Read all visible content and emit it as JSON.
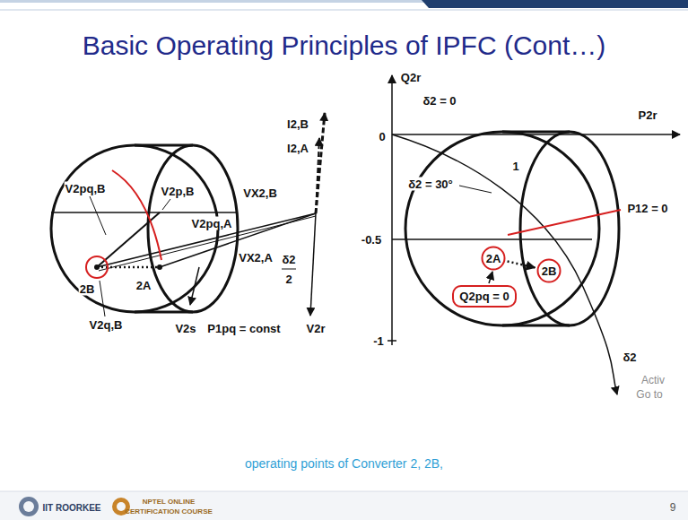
{
  "diagram": {
    "title": "Basic Operating Principles of IPFC (Cont…)",
    "caption": "operating points of Converter 2, 2B,",
    "nodes": [
      {
        "text": [
          "2A"
        ]
      },
      {
        "text": [
          "2B"
        ]
      },
      {
        "text": [
          "Q2pq = 0"
        ]
      }
    ],
    "edges": [
      {
        "from": 0,
        "to": 1,
        "arrow": "to"
      }
    ],
    "labels": [
      "I2,B",
      "I2,A",
      "V2pq,B",
      "V2p,B",
      "VX2,B",
      "V2pq,A",
      "2B",
      "2A",
      "VX2,A",
      "δ2",
      "2",
      "V2q,B",
      "V2s",
      "P1pq = const",
      "V2r",
      "Q2r",
      "δ2 = 0",
      "P2r",
      "0",
      "1",
      "δ2 = 30°",
      "P12 = 0",
      "-0.5",
      "δ2",
      "-1",
      "Activ",
      "Go to",
      "IIT ROORKEE",
      "NPTEL ONLINE",
      "CERTIFICATION COURSE",
      "9"
    ]
  }
}
